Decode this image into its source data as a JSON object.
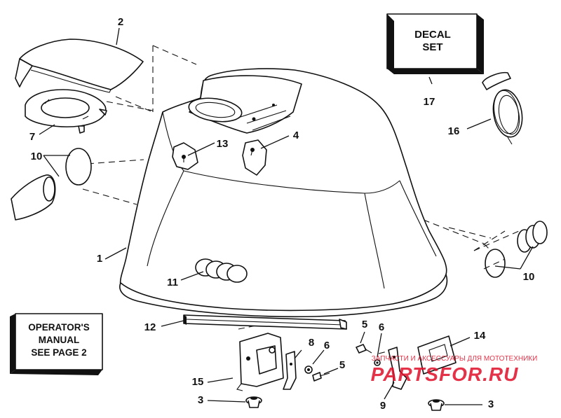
{
  "labels": {
    "n1": "1",
    "n2": "2",
    "n3a": "3",
    "n3b": "3",
    "n4": "4",
    "n5a": "5",
    "n5b": "5",
    "n6a": "6",
    "n6b": "6",
    "n7": "7",
    "n8": "8",
    "n9": "9",
    "n10a": "10",
    "n10b": "10",
    "n11": "11",
    "n12": "12",
    "n13": "13",
    "n14": "14",
    "n15": "15",
    "n16": "16",
    "n17": "17"
  },
  "decal_box": {
    "line1": "DECAL",
    "line2": "SET"
  },
  "manual_box": {
    "line1": "OPERATOR'S",
    "line2": "MANUAL",
    "line3": "SEE PAGE 2"
  },
  "watermark": {
    "tagline": "ЗАПЧАСТИ И АКСЕССУАРЫ ДЛЯ МОТОТЕХНИКИ",
    "logo_text": "PARTSFOR.RU",
    "color": "#e0102a"
  }
}
